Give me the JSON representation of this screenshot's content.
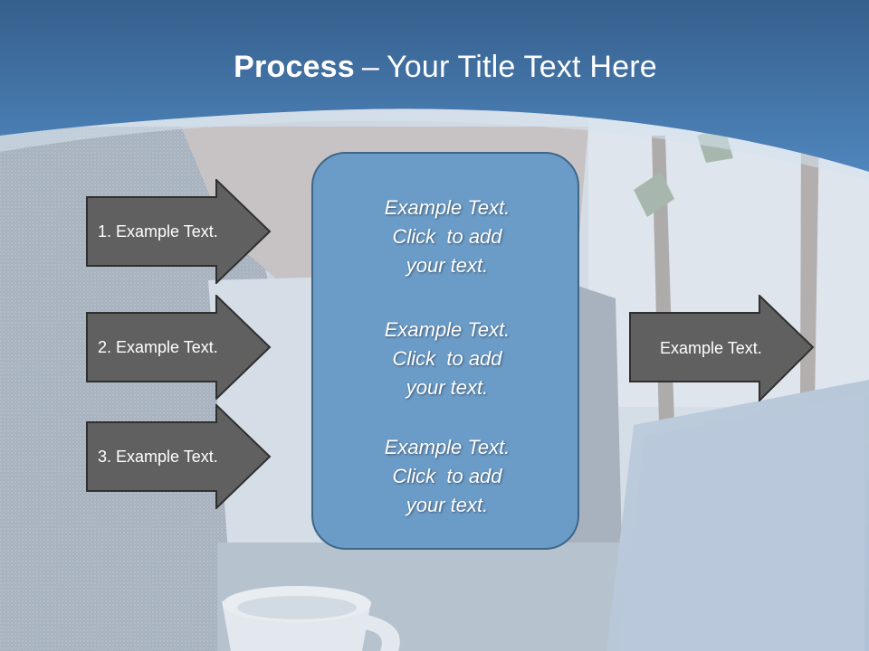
{
  "title": {
    "bold": "Process",
    "dash": "–",
    "rest": "Your Title Text Here"
  },
  "left_arrows": [
    {
      "label": "1. Example Text."
    },
    {
      "label": "2. Example Text."
    },
    {
      "label": "3. Example Text."
    }
  ],
  "center_box": {
    "blocks": [
      {
        "lines": [
          "Example Text.",
          "Click  to add",
          "your text."
        ]
      },
      {
        "lines": [
          "Example Text.",
          "Click  to add",
          "your text."
        ]
      },
      {
        "lines": [
          "Example Text.",
          "Click  to add",
          "your text."
        ]
      }
    ]
  },
  "right_arrow": {
    "label": "Example Text."
  },
  "colors": {
    "header_blue": "#3f73a6",
    "box_fill": "#6b9bc7",
    "box_border": "#3d6687",
    "arrow_fill": "#606060",
    "arrow_border": "#2f2f2f"
  }
}
